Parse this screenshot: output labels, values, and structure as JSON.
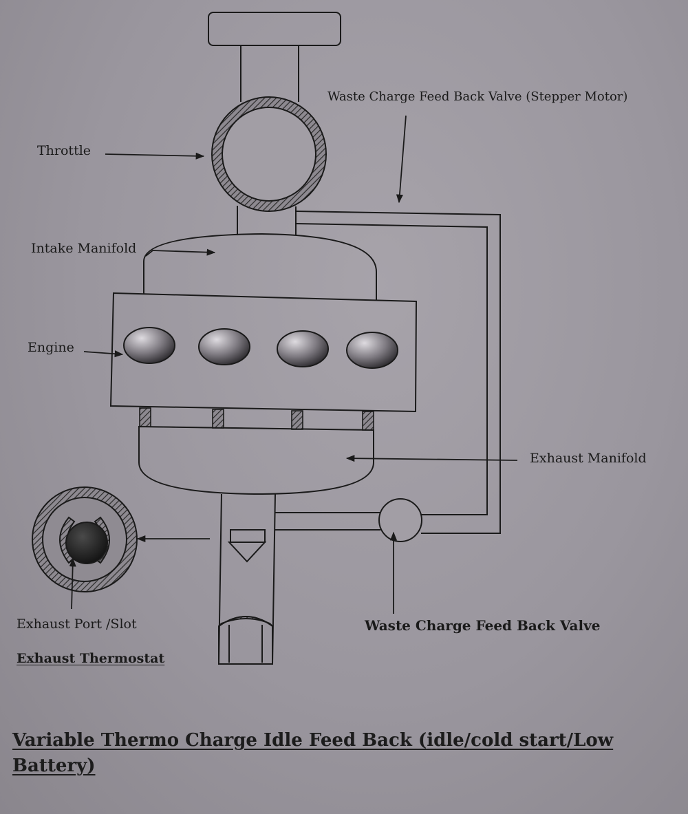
{
  "labels": {
    "throttle": "Throttle",
    "intake_manifold": "Intake Manifold",
    "engine": "Engine",
    "exhaust_manifold": "Exhaust Manifold",
    "waste_valve_stepper": "Waste Charge Feed Back Valve (Stepper Motor)",
    "waste_valve": "Waste Charge Feed Back Valve",
    "exhaust_port": "Exhaust Port /Slot",
    "exhaust_thermostat": "Exhaust Thermostat"
  },
  "caption": "Variable Thermo Charge Idle  Feed Back (idle/cold start/Low Battery)",
  "colors": {
    "ink": "#1a1a1a",
    "background": "#9e9aa1"
  }
}
